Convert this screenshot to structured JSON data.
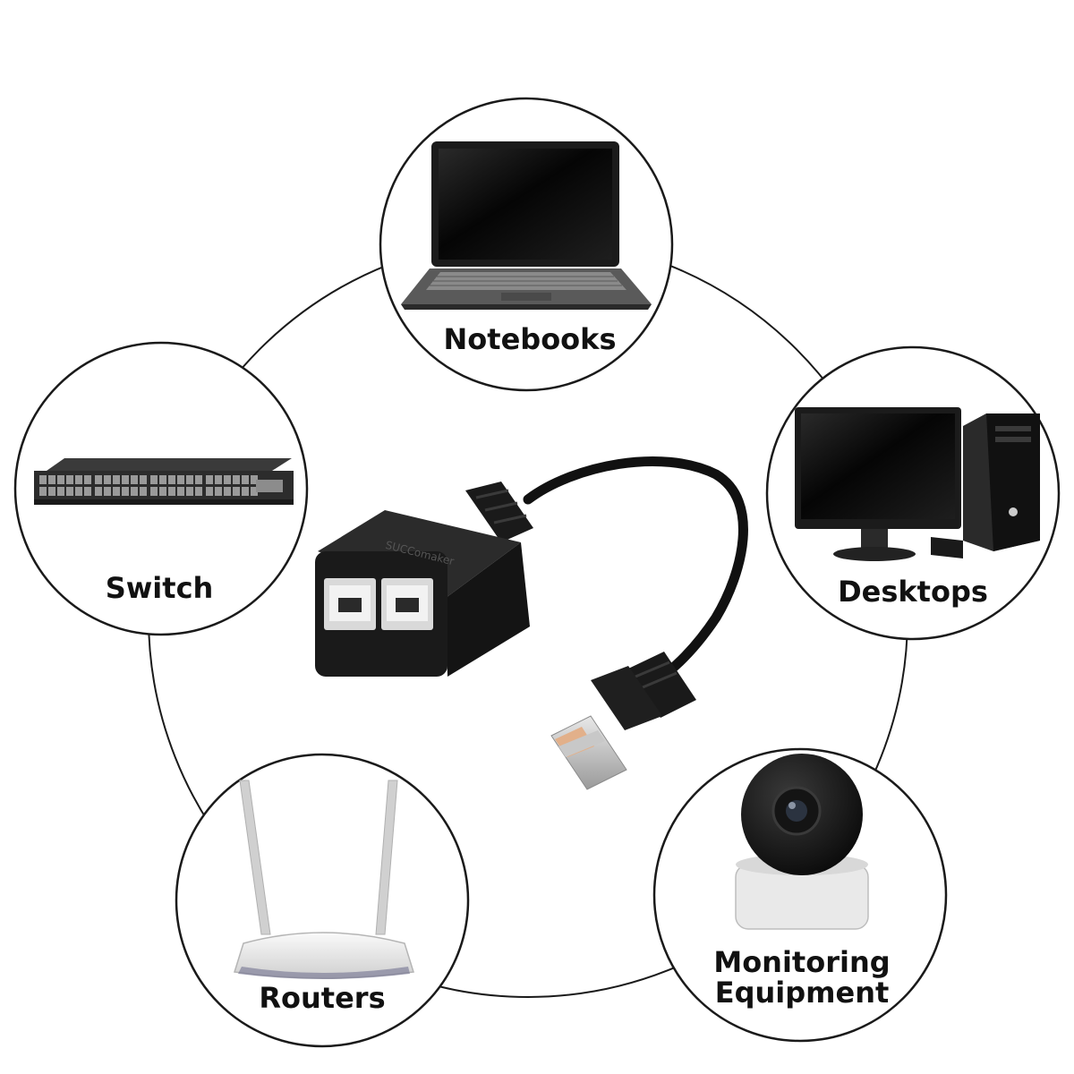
{
  "devices": {
    "notebooks": {
      "label": "Notebooks",
      "icon": "laptop-icon"
    },
    "switch": {
      "label": "Switch",
      "icon": "network-switch-icon"
    },
    "desktops": {
      "label": "Desktops",
      "icon": "desktop-computer-icon"
    },
    "routers": {
      "label": "Routers",
      "icon": "wifi-router-icon"
    },
    "monitoring": {
      "label_line1": "Monitoring",
      "label_line2": "Equipment",
      "icon": "security-camera-icon"
    }
  },
  "splitter": {
    "brand": "SUCComaker",
    "icon": "rj45-splitter-icon"
  },
  "colors": {
    "outline": "#1a1a1a",
    "device_dark": "#151515",
    "label": "#111111"
  }
}
